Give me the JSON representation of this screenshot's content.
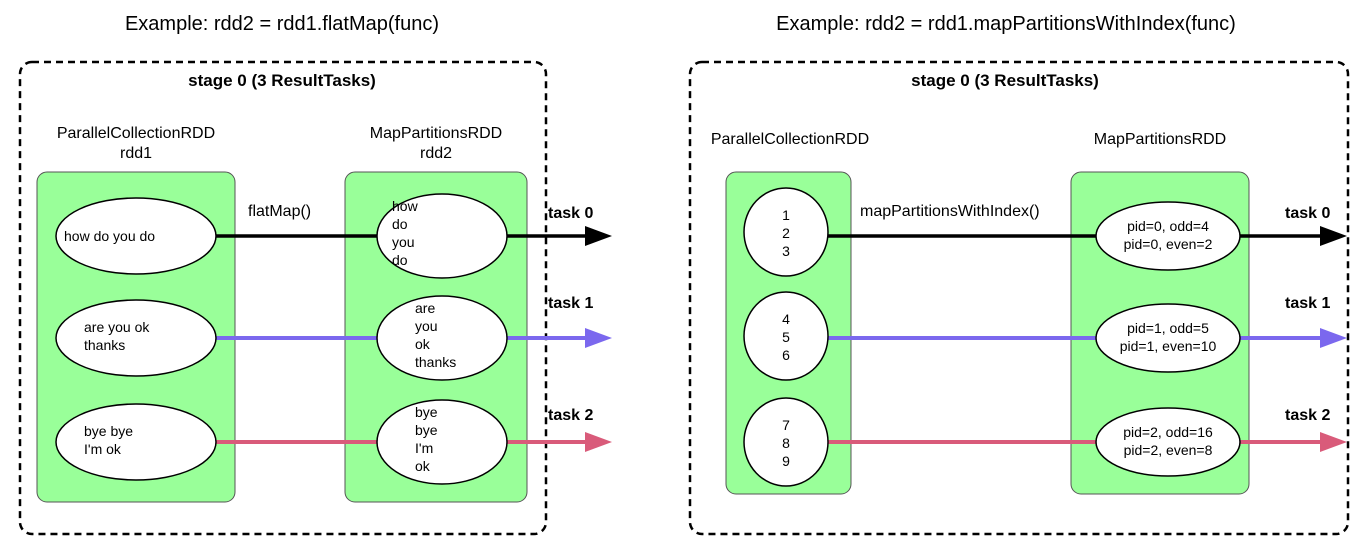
{
  "colors": {
    "rdd_fill": "#99ff99",
    "task0": "#000000",
    "task1": "#7b68ee",
    "task2": "#d95b7a",
    "border": "#000000"
  },
  "left": {
    "title": "Example: rdd2 = rdd1.flatMap(func)",
    "stage": "stage 0 (3 ResultTasks)",
    "rdd1": {
      "type": "ParallelCollectionRDD",
      "name": "rdd1"
    },
    "rdd2": {
      "type": "MapPartitionsRDD",
      "name": "rdd2"
    },
    "op": "flatMap()",
    "partitions": [
      {
        "input": [
          "how do you do"
        ],
        "output": [
          "how",
          "do",
          "you",
          "do"
        ],
        "task": "task 0"
      },
      {
        "input": [
          "are you ok",
          "thanks"
        ],
        "output": [
          "are",
          "you",
          "ok",
          "thanks"
        ],
        "task": "task 1"
      },
      {
        "input": [
          "bye bye",
          "I'm ok"
        ],
        "output": [
          "bye",
          "bye",
          "I'm",
          "ok"
        ],
        "task": "task 2"
      }
    ]
  },
  "right": {
    "title": "Example: rdd2 = rdd1.mapPartitionsWithIndex(func)",
    "stage": "stage 0 (3 ResultTasks)",
    "rdd1": {
      "type": "ParallelCollectionRDD"
    },
    "rdd2": {
      "type": "MapPartitionsRDD"
    },
    "op": "mapPartitionsWithIndex()",
    "partitions": [
      {
        "input": [
          "1",
          "2",
          "3"
        ],
        "output": [
          "pid=0, odd=4",
          "pid=0, even=2"
        ],
        "task": "task 0"
      },
      {
        "input": [
          "4",
          "5",
          "6"
        ],
        "output": [
          "pid=1, odd=5",
          "pid=1, even=10"
        ],
        "task": "task 1"
      },
      {
        "input": [
          "7",
          "8",
          "9"
        ],
        "output": [
          "pid=2, odd=16",
          "pid=2, even=8"
        ],
        "task": "task 2"
      }
    ]
  }
}
